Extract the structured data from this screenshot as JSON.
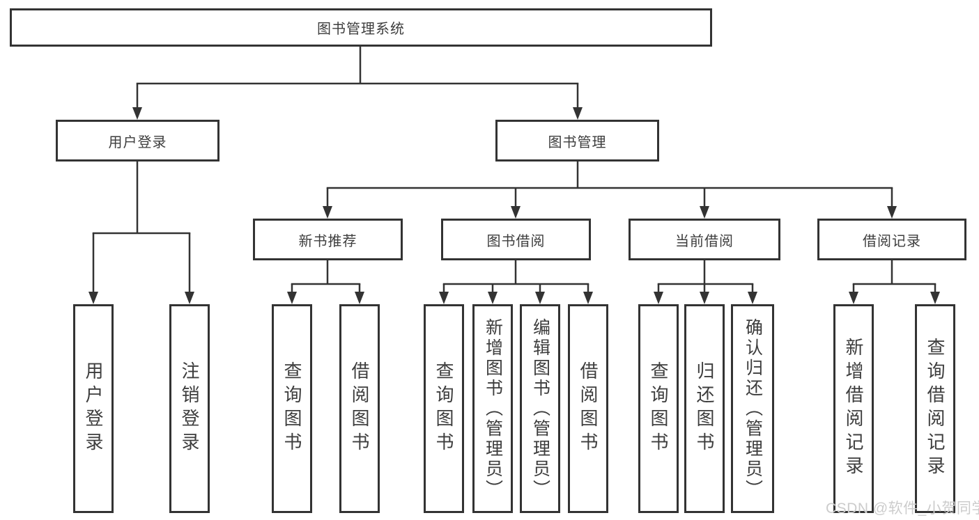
{
  "root": {
    "label": "图书管理系统"
  },
  "branches": {
    "user_login": {
      "label": "用户登录"
    },
    "book_management": {
      "label": "图书管理"
    }
  },
  "modules": {
    "new_book_recommend": {
      "label": "新书推荐"
    },
    "book_borrowing": {
      "label": "图书借阅"
    },
    "current_borrowing": {
      "label": "当前借阅"
    },
    "borrowing_records": {
      "label": "借阅记录"
    }
  },
  "leaves": {
    "user_login_action": {
      "label": "用户登录"
    },
    "logout_action": {
      "label": "注销登录"
    },
    "recommend_query_books": {
      "label": "查询图书"
    },
    "recommend_borrow_books": {
      "label": "借阅图书"
    },
    "borrowing_query_books": {
      "label": "查询图书"
    },
    "borrowing_add_books": {
      "label": "新增图书（管理员）"
    },
    "borrowing_edit_books": {
      "label": "编辑图书（管理员）"
    },
    "borrowing_borrow_books": {
      "label": "借阅图书"
    },
    "current_query_books": {
      "label": "查询图书"
    },
    "current_return_books": {
      "label": "归还图书"
    },
    "current_confirm_return": {
      "label": "确认归还（管理员）"
    },
    "records_add_record": {
      "label": "新增借阅记录"
    },
    "records_query_record": {
      "label": "查询借阅记录"
    }
  },
  "watermark": "CSDN @软件_小贺同学",
  "colors": {
    "line": "#333333",
    "text": "#3d3d3d",
    "watermark": "#cccccc"
  }
}
